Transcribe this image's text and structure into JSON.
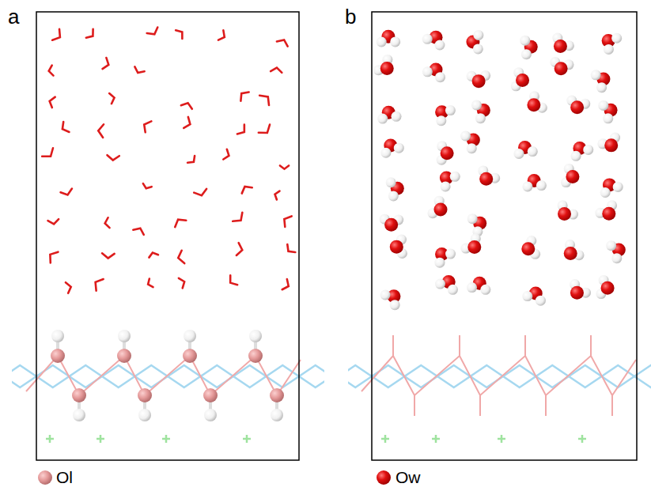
{
  "diagram": {
    "labels": [
      "a",
      "b"
    ],
    "legend": [
      {
        "text": "Ol"
      },
      {
        "text": "Ow"
      }
    ]
  }
}
